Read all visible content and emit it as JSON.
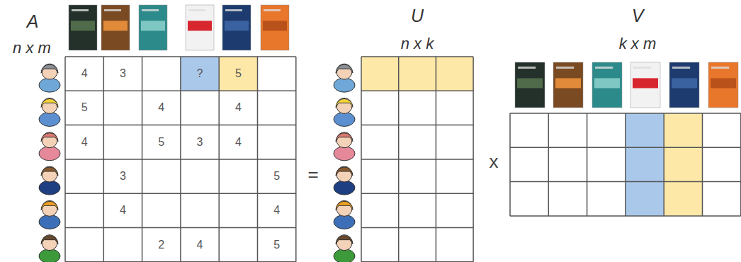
{
  "diagram": {
    "labels": [
      "A",
      "n x m",
      "U",
      "n x k",
      "V",
      "k x m",
      "4",
      "3",
      "?",
      "5",
      "5",
      "4",
      "4",
      "4",
      "5",
      "3",
      "4",
      "3",
      "5",
      "4",
      "4",
      "2",
      "4",
      "5",
      "=",
      "x"
    ]
  }
}
